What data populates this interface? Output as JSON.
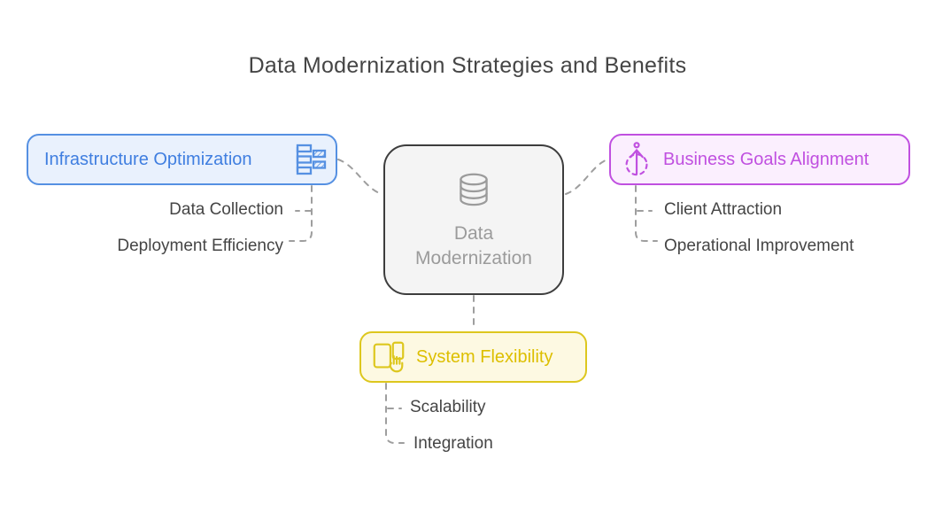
{
  "title": "Data Modernization Strategies and Benefits",
  "center": {
    "label_line1": "Data",
    "label_line2": "Modernization",
    "icon": "database-icon"
  },
  "branches": {
    "infrastructure": {
      "label": "Infrastructure Optimization",
      "icon": "gantt-bars-icon",
      "children": [
        "Data Collection",
        "Deployment Efficiency"
      ]
    },
    "business": {
      "label": "Business Goals Alignment",
      "icon": "goal-arrow-icon",
      "children": [
        "Client Attraction",
        "Operational Improvement"
      ]
    },
    "flexibility": {
      "label": "System Flexibility",
      "icon": "devices-touch-icon",
      "children": [
        "Scalability",
        "Integration"
      ]
    }
  },
  "colors": {
    "blue_border": "#5590e2",
    "blue_fill": "#e9f1fd",
    "blue_text": "#3f7ee0",
    "purple_border": "#c050e0",
    "purple_fill": "#fbeffe",
    "purple_text": "#c050e0",
    "yellow_border": "#ddc71e",
    "yellow_fill": "#fdf9e2",
    "yellow_text": "#ddbf00",
    "center_border": "#3d3d3d",
    "center_fill": "#f4f4f4",
    "center_text": "#9b9b9b",
    "connector": "#9e9e9e",
    "text_dark": "#454545"
  }
}
